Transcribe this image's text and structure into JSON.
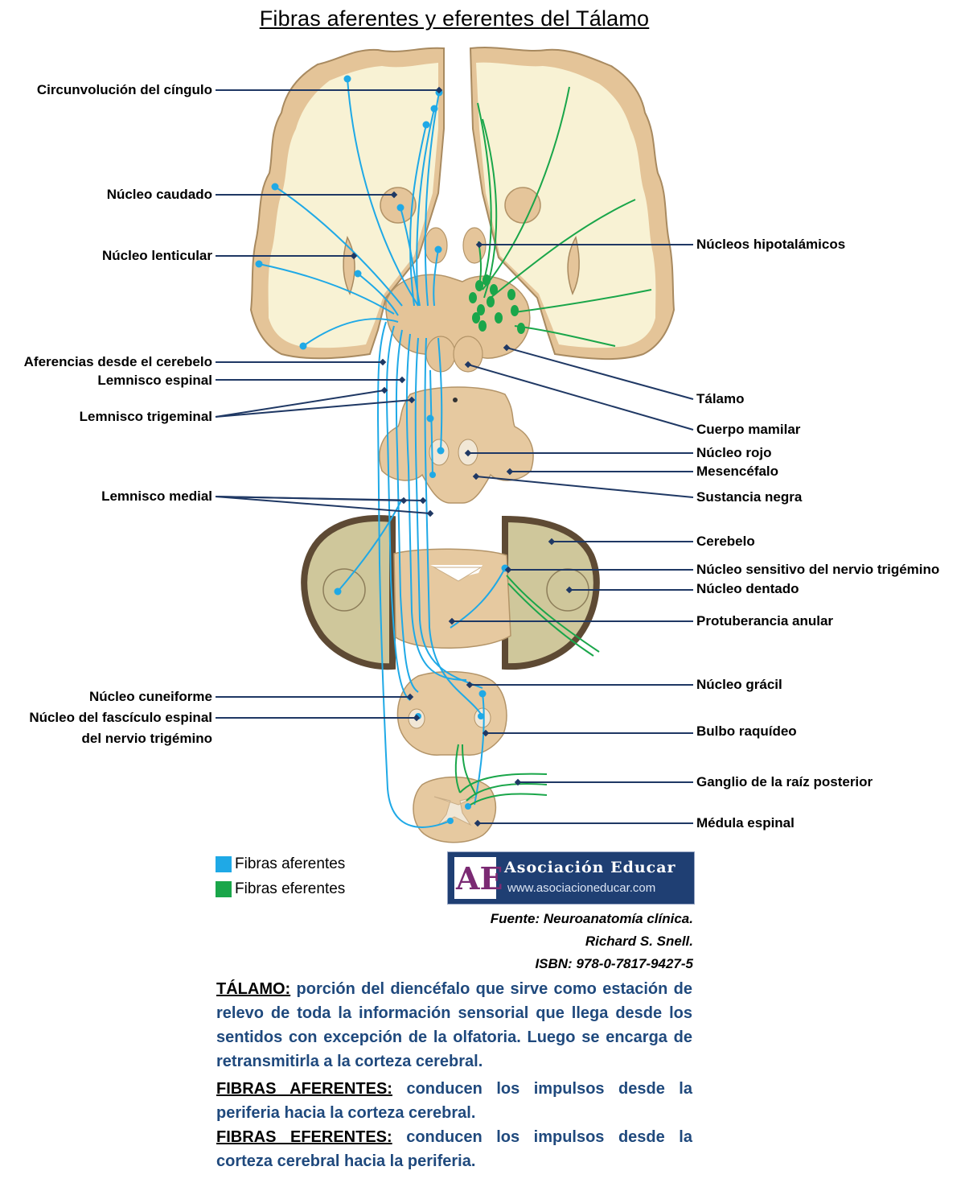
{
  "title": "Fibras aferentes y eferentes del Tálamo",
  "labels_left": [
    {
      "id": "cingulo",
      "text": "Circunvolución del cíngulo"
    },
    {
      "id": "caudado",
      "text": "Núcleo caudado"
    },
    {
      "id": "lenticular",
      "text": "Núcleo lenticular"
    },
    {
      "id": "aferencias",
      "text": "Aferencias desde el cerebelo"
    },
    {
      "id": "lem_espinal",
      "text": "Lemnisco espinal"
    },
    {
      "id": "lem_trigeminal",
      "text": "Lemnisco trigeminal"
    },
    {
      "id": "lem_medial",
      "text": "Lemnisco medial"
    },
    {
      "id": "cuneiforme",
      "text": "Núcleo cuneiforme"
    },
    {
      "id": "fasciculo1",
      "text": "Núcleo del fascículo espinal"
    },
    {
      "id": "fasciculo2",
      "text": "del nervio trigémino"
    }
  ],
  "labels_right": [
    {
      "id": "hipotalamicos",
      "text": "Núcleos hipotalámicos"
    },
    {
      "id": "talamo",
      "text": "Tálamo"
    },
    {
      "id": "mamilar",
      "text": "Cuerpo mamilar"
    },
    {
      "id": "rojo",
      "text": "Núcleo rojo"
    },
    {
      "id": "mesencefalo",
      "text": "Mesencéfalo"
    },
    {
      "id": "negra",
      "text": "Sustancia negra"
    },
    {
      "id": "cerebelo",
      "text": "Cerebelo"
    },
    {
      "id": "sensitivo",
      "text": "Núcleo sensitivo del nervio trigémino"
    },
    {
      "id": "dentado",
      "text": "Núcleo dentado"
    },
    {
      "id": "protuberancia",
      "text": "Protuberancia anular"
    },
    {
      "id": "gracil",
      "text": "Núcleo grácil"
    },
    {
      "id": "bulbo",
      "text": "Bulbo raquídeo"
    },
    {
      "id": "ganglio",
      "text": "Ganglio de la raíz posterior"
    },
    {
      "id": "medula",
      "text": "Médula espinal"
    }
  ],
  "legend": [
    {
      "label": "Fibras aferentes",
      "color": "#1fa9e6"
    },
    {
      "label": "Fibras eferentes",
      "color": "#1aa64a"
    }
  ],
  "logo": {
    "initials": "AE",
    "org": "Asociación Educar",
    "url": "www.asociacioneducar.com"
  },
  "source": [
    "Fuente: Neuroanatomía clínica.",
    "Richard S. Snell.",
    "ISBN: 978-0-7817-9427-5"
  ],
  "description": [
    {
      "key": "TÁLAMO:",
      "text": " porción del diencéfalo que sirve como estación de relevo de toda la información sensorial que llega desde los sentidos con excepción de la olfatoria. Luego se encarga de retransmitirla a la corteza cerebral."
    },
    {
      "key": "FIBRAS AFERENTES:",
      "text": " conducen los impulsos desde la periferia hacia la corteza cerebral."
    },
    {
      "key": "FIBRAS EFERENTES:",
      "text": " conducen los impulsos desde la corteza cerebral hacia la periferia."
    }
  ],
  "colors": {
    "afferent": "#1fa9e6",
    "efferent": "#1aa64a",
    "tissue": "#e7caa0",
    "white_matter": "#f8f2d3",
    "cortex": "#e2c193",
    "leader": "#1f3864",
    "text_blue": "#1f497d"
  }
}
